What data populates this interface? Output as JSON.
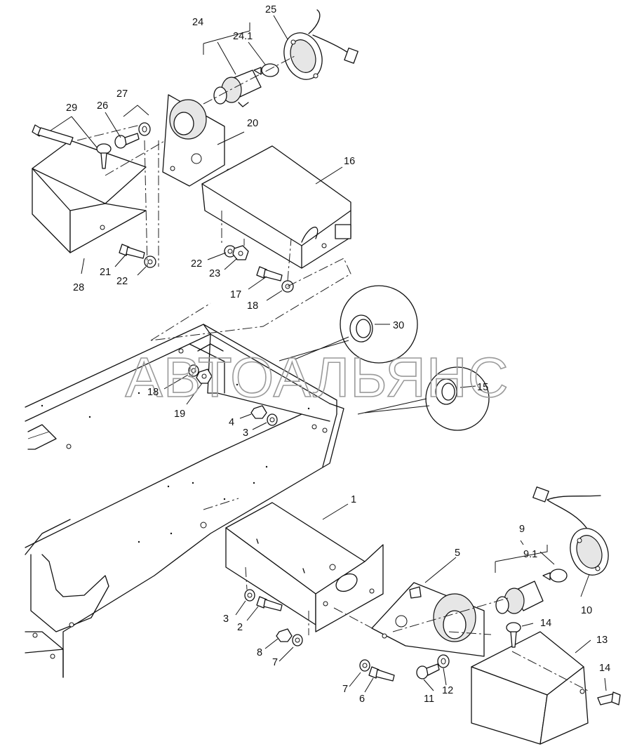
{
  "watermark": "АВТОАЛЬЯНС",
  "labels": {
    "l24": "24",
    "l25": "25",
    "l24_1": "24.1",
    "l27": "27",
    "l29": "29",
    "l26": "26",
    "l20": "20",
    "l16": "16",
    "l28": "28",
    "l21": "21",
    "l22a": "22",
    "l22b": "22",
    "l23": "23",
    "l17": "17",
    "l18a": "18",
    "l30": "30",
    "l15": "15",
    "l18b": "18",
    "l19": "19",
    "l4": "4",
    "l3a": "3",
    "l1": "1",
    "l9": "9",
    "l9_1": "9.1",
    "l5": "5",
    "l10": "10",
    "l3b": "3",
    "l2": "2",
    "l14a": "14",
    "l13": "13",
    "l8": "8",
    "l7a": "7",
    "l7b": "7",
    "l6": "6",
    "l11": "11",
    "l12": "12",
    "l14b": "14"
  }
}
